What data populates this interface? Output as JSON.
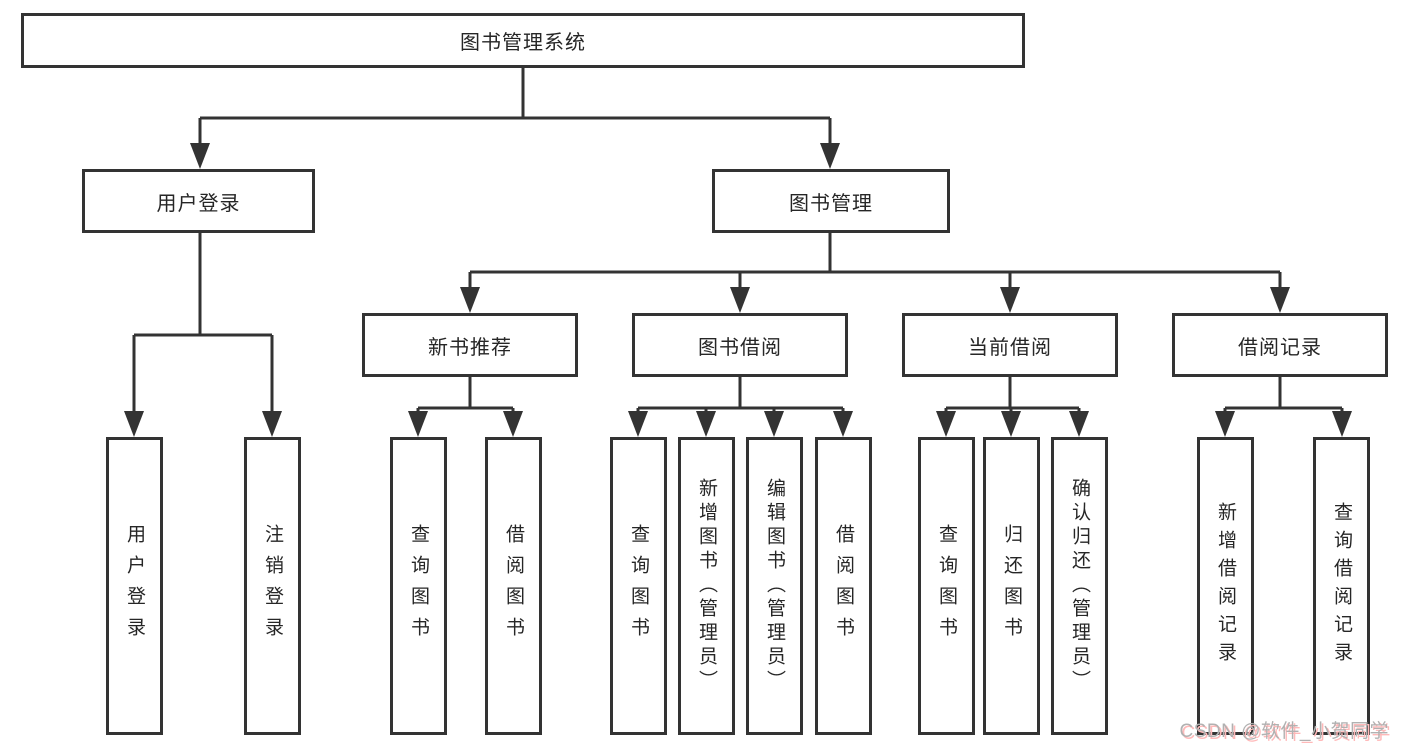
{
  "diagram": {
    "root": {
      "label": "图书管理系统"
    },
    "branches": [
      {
        "label": "用户登录",
        "children": [
          {
            "label": "用户登录"
          },
          {
            "label": "注销登录"
          }
        ]
      },
      {
        "label": "图书管理",
        "children": [
          {
            "label": "新书推荐",
            "children": [
              {
                "label": "查询图书"
              },
              {
                "label": "借阅图书"
              }
            ]
          },
          {
            "label": "图书借阅",
            "children": [
              {
                "label": "查询图书"
              },
              {
                "label": "新增图书（管理员）"
              },
              {
                "label": "编辑图书（管理员）"
              },
              {
                "label": "借阅图书"
              }
            ]
          },
          {
            "label": "当前借阅",
            "children": [
              {
                "label": "查询图书"
              },
              {
                "label": "归还图书"
              },
              {
                "label": "确认归还（管理员）"
              }
            ]
          },
          {
            "label": "借阅记录",
            "children": [
              {
                "label": "新增借阅记录"
              },
              {
                "label": "查询借阅记录"
              }
            ]
          }
        ]
      }
    ]
  },
  "watermark": {
    "text": "CSDN @软件_小贺同学"
  },
  "colors": {
    "line": "#333333",
    "box_border": "#333333",
    "box_fill": "#ffffff",
    "text": "#262626",
    "watermark_text": "#b1b1b1",
    "watermark_shadow": "#ffb9b9",
    "background": "#ffffff"
  }
}
